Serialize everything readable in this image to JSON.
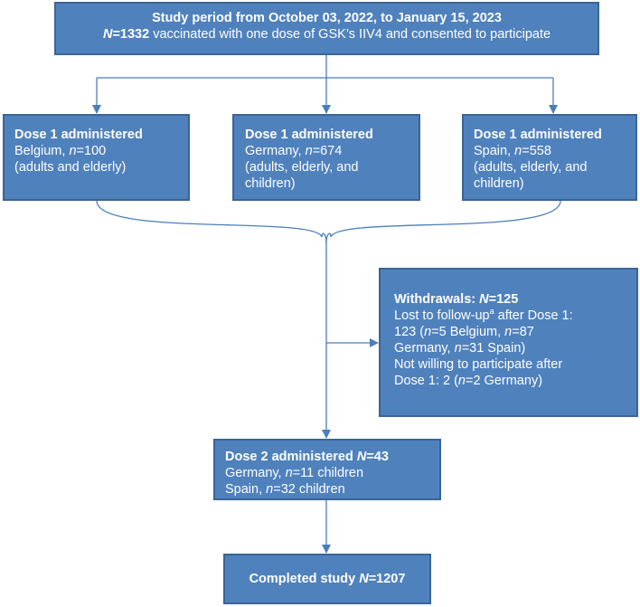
{
  "study_box": {
    "title": "Study period from October 03, 2022, to January 15, 2023",
    "n_label": "N",
    "n_value": "=1332",
    "rest": " vaccinated with one dose of GSK’s IIV4 and consented to participate"
  },
  "belgium_box": {
    "title": "Dose 1 administered",
    "country": "Belgium, ",
    "n_label": "n",
    "n_value": "=100",
    "note_lines": [
      "(adults and elderly)"
    ]
  },
  "germany_box": {
    "title": "Dose 1 administered",
    "country": "Germany, ",
    "n_label": "n",
    "n_value": "=674",
    "note_lines": [
      "(adults, elderly, and",
      "children)"
    ]
  },
  "spain_box": {
    "title": "Dose 1 administered",
    "country": "Spain, ",
    "n_label": "n",
    "n_value": "=558",
    "note_lines": [
      "(adults, elderly, and",
      "children)"
    ]
  },
  "withdrawals_box": {
    "title": "Withdrawals: ",
    "n_label": "N",
    "n_value": "=125",
    "lost_prefix": "Lost to follow-up",
    "lost_sup": "a",
    "lost_suffix": " after Dose 1:",
    "lost_count": "123 (",
    "n1_label": "n",
    "n1_value": "=5 Belgium, ",
    "n2_label": "n",
    "n2_value": "=87",
    "germany_word": "Germany, ",
    "n3_label": "n",
    "n3_value": "=31 Spain)",
    "not_willing_line1": "Not willing to participate after",
    "not_willing_line2_a": "Dose 1: 2 (",
    "n4_label": "n",
    "n4_value": "=2 Germany)"
  },
  "dose2_box": {
    "title": "Dose 2 administered ",
    "n_label": "N",
    "n_value": "=43",
    "line1_country": "Germany, ",
    "line1_n_label": "n",
    "line1_n_value": "=11 children",
    "line2_country": "Spain, ",
    "line2_n_label": "n",
    "line2_n_value": "=32 children"
  },
  "completed_box": {
    "title": "Completed study ",
    "n_label": "N",
    "n_value": "=1207"
  },
  "colors": {
    "box_fill": "#4f81bd",
    "box_border": "#3a6595",
    "connector": "#4a7ebb",
    "text": "#ffffff"
  }
}
